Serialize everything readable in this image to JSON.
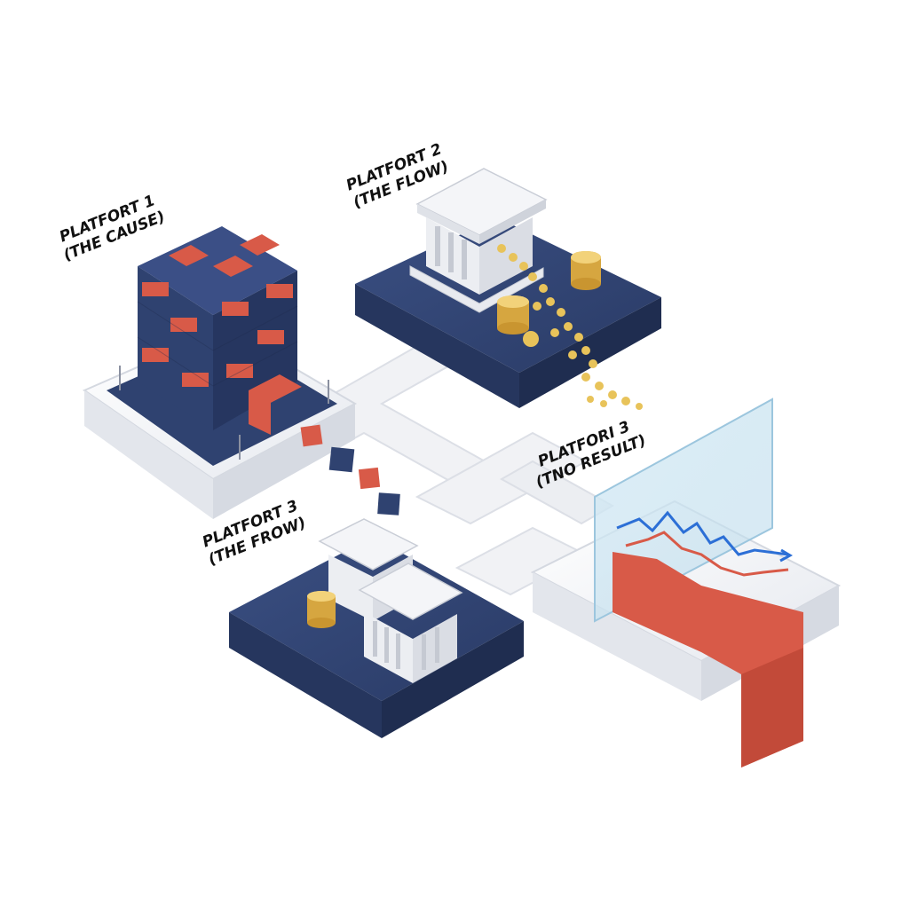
{
  "platforms": [
    {
      "id": "p1",
      "line1": "PLATFORT 1",
      "line2": "(THE CAUSE)"
    },
    {
      "id": "p2",
      "line1": "PLATFORT 2",
      "line2": "(THE FLOW)"
    },
    {
      "id": "p3",
      "line1": "PLATFORT 3",
      "line2": "(THE FROW)"
    },
    {
      "id": "p4",
      "line1": "PLATFORI 3",
      "line2": "(TNO RESULT)"
    }
  ],
  "colors": {
    "navy": "#2f4270",
    "brick": "#d85a48",
    "white_base": "#eef0f4",
    "gold": "#e2b548",
    "chart_blue": "#2c6fd6",
    "chart_red": "#d85a48"
  },
  "icons": [
    "shipping-containers",
    "bank-building",
    "gold-coins",
    "glass-chart-panel",
    "red-ribbon"
  ]
}
